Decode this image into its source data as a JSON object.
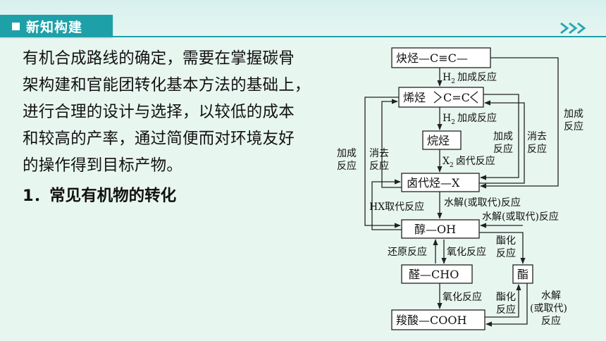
{
  "header": {
    "title": "新知构建"
  },
  "intro": {
    "lines": [
      "有机合成路线的确定，需要在掌握碳骨",
      "架构建和官能团转化基本方法的基础上，",
      "进行合理的设计与选择，以较低的成本",
      "和较高的产率，通过简便而对环境友好",
      "的操作得到目标产物。"
    ],
    "subheading": "1．常见有机物的转化"
  },
  "diagram": {
    "nodes": {
      "alkyne": "炔烃—C≡C—",
      "alkene_name": "烯烃",
      "alkene_group": "C=C",
      "alkane": "烷烃",
      "haloalkane": "卤代烃—X",
      "alcohol": "醇—OH",
      "aldehyde": "醛—CHO",
      "acid": "羧酸—COOH",
      "ester": "酯"
    },
    "labels": {
      "h2_addition_1_h": "H",
      "h2_addition_1_sub": "2",
      "h2_addition_1_text": "加成反应",
      "h2_addition_2_h": "H",
      "h2_addition_2_sub": "2",
      "h2_addition_2_text": "加成反应",
      "x2_sub_x": "X",
      "x2_sub_sub": "2",
      "x2_sub_text": "卤代反应",
      "add_left_1": "加成",
      "add_left_2": "反应",
      "elim_left_1": "消去",
      "elim_left_2": "反应",
      "add_mid_1": "加成",
      "add_mid_2": "反应",
      "elim_mid_1": "消去",
      "elim_mid_2": "反应",
      "add_far_right_1": "加成",
      "add_far_right_2": "反应",
      "hx_sub": "HX取代反应",
      "hydrolysis_1": "水解(或取代)反应",
      "hydrolysis_2": "水解(或取代)反应",
      "reduction": "还原反应",
      "oxidation_1": "氧化反应",
      "oxidation_2": "氧化反应",
      "esterify_1a": "酯化",
      "esterify_1b": "反应",
      "esterify_2a": "酯化",
      "esterify_2b": "反应",
      "ester_hydro_1": "水解",
      "ester_hydro_2": "(或取代)",
      "ester_hydro_3": "反应"
    }
  }
}
